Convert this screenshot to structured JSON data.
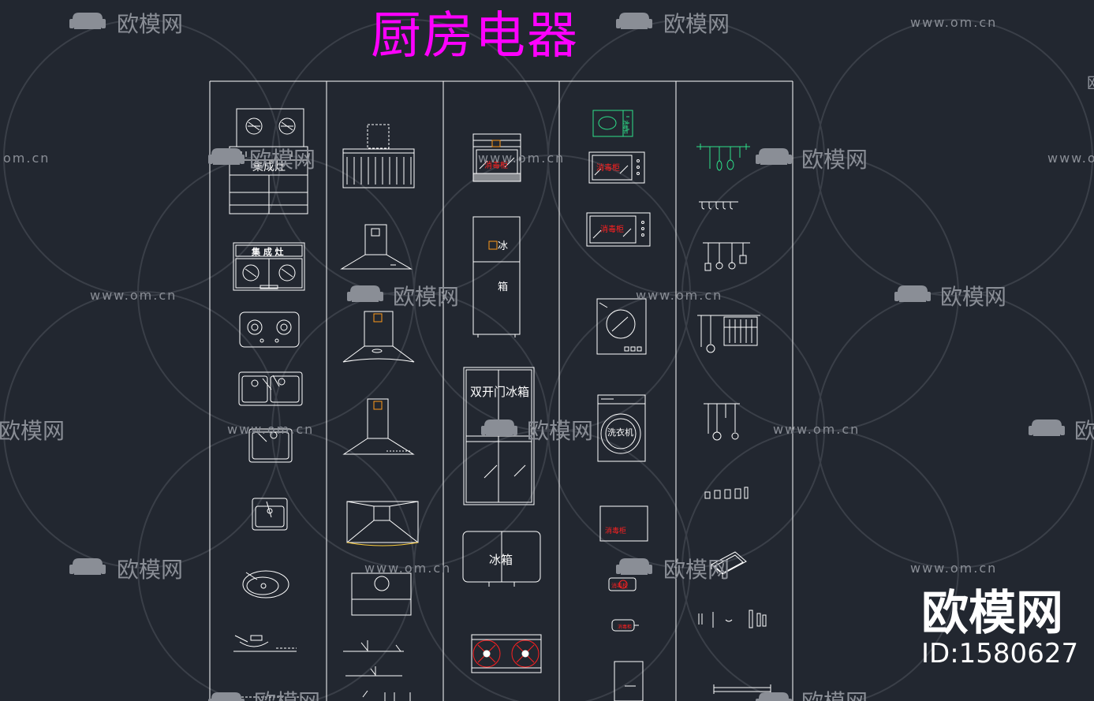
{
  "title": "厨房电器",
  "colors": {
    "background": "#222730",
    "title": "#ff00ff",
    "line": "#ffffff",
    "accent_red": "#ff2020",
    "accent_green": "#2ee08a",
    "accent_orange": "#ff9a1a",
    "watermark": "#8a8e96"
  },
  "watermark": {
    "brand": "欧模网",
    "url": "www.om.cn",
    "url_short": "om.cn",
    "brand_partial": "欧"
  },
  "logo": {
    "name": "欧模网",
    "id": "ID:1580627"
  },
  "labels": {
    "integrated_stove_1": "集成灶",
    "integrated_stove_2": "集 成 灶",
    "fridge_ice": "冰",
    "fridge_box": "箱",
    "double_door_fridge": "双开门冰箱",
    "fridge": "冰箱",
    "sterilizer": "消毒柜",
    "dishwasher": "洗衣机"
  }
}
